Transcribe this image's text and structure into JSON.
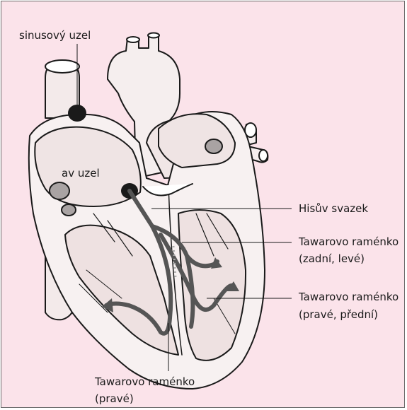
{
  "figure": {
    "background": "#fbe3ea",
    "line_color": "#1a1a1a",
    "conduction_color": "#555555"
  },
  "labels": {
    "sa_node": "sinusový uzel",
    "av_node": "av uzel",
    "his_bundle": "Hisův svazek",
    "left_post_line1": "Tawarovo raménko",
    "left_post_line2": "(zadní, levé)",
    "left_ant_line1": "Tawarovo raménko",
    "left_ant_line2": "(pravé, přední)",
    "right_line1": "Tawarovo raménko",
    "right_line2": "(pravé)"
  }
}
